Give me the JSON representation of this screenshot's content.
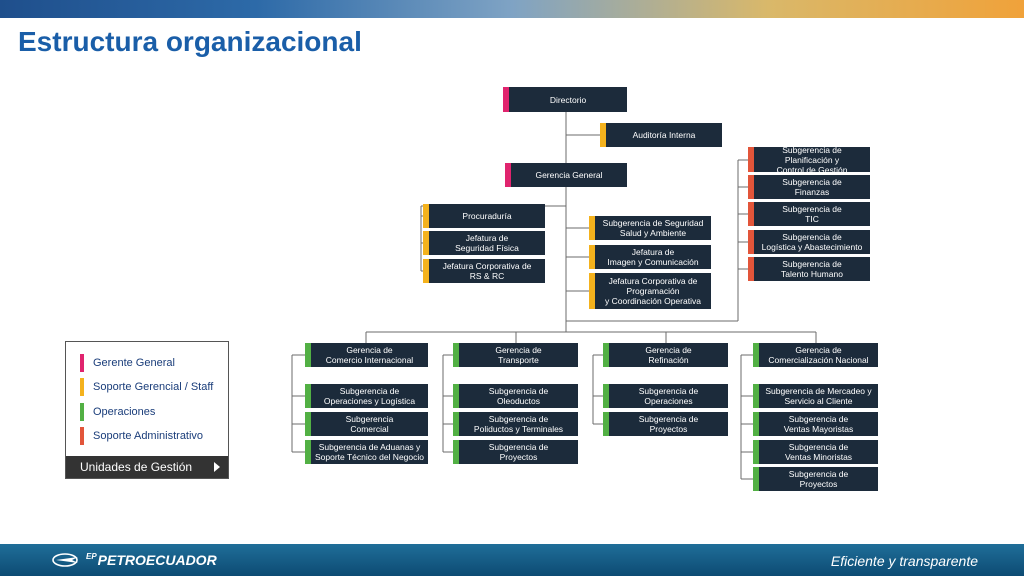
{
  "header": {
    "title": "Estructura organizacional"
  },
  "colors": {
    "gerente": "#e0246e",
    "soporte_gerencial": "#f4b21d",
    "operaciones": "#52b044",
    "soporte_admin": "#e2553a",
    "box": "#1c2b3b"
  },
  "org": {
    "directorio": "Directorio",
    "auditoria": "Auditoría Interna",
    "gerencia_general": "Gerencia General",
    "left_staff": [
      "Procuraduría",
      "Jefatura de\nSeguridad Física",
      "Jefatura Corporativa de\nRS & RC"
    ],
    "center_staff": [
      "Subgerencia de Seguridad\nSalud y Ambiente",
      "Jefatura de\nImagen y Comunicación",
      "Jefatura Corporativa de\nProgramación\ny Coordinación Operativa"
    ],
    "admin": [
      "Subgerencia de Planificación y\nControl de Gestión",
      "Subgerencia de\nFinanzas",
      "Subgerencia de\nTIC",
      "Subgerencia de\nLogística y Abastecimiento",
      "Subgerencia de\nTalento Humano"
    ],
    "gerencias": [
      {
        "name": "Gerencia de\nComercio Internacional",
        "subs": [
          "Subgerencia de\nOperaciones y Logística",
          "Subgerencia\nComercial",
          "Subgerencia de Aduanas y\nSoporte Técnico del Negocio"
        ]
      },
      {
        "name": "Gerencia de\nTransporte",
        "subs": [
          "Subgerencia de\nOleoductos",
          "Subgerencia de\nPoliductos y Terminales",
          "Subgerencia de\nProyectos"
        ]
      },
      {
        "name": "Gerencia de\nRefinación",
        "subs": [
          "Subgerencia de\nOperaciones",
          "Subgerencia de\nProyectos"
        ]
      },
      {
        "name": "Gerencia de\nComercialización Nacional",
        "subs": [
          "Subgerencia de Mercadeo y\nServicio al Cliente",
          "Subgerencia de\nVentas Mayoristas",
          "Subgerencia de\nVentas Minoristas",
          "Subgerencia de\nProyectos"
        ]
      }
    ]
  },
  "legend": {
    "items": [
      "Gerente General",
      "Soporte Gerencial / Staff",
      "Operaciones",
      "Soporte Administrativo"
    ],
    "footer": "Unidades de Gestión"
  },
  "footer": {
    "logo_ep": "EP",
    "logo_text": "PETROECUADOR",
    "slogan": "Eficiente y transparente"
  }
}
